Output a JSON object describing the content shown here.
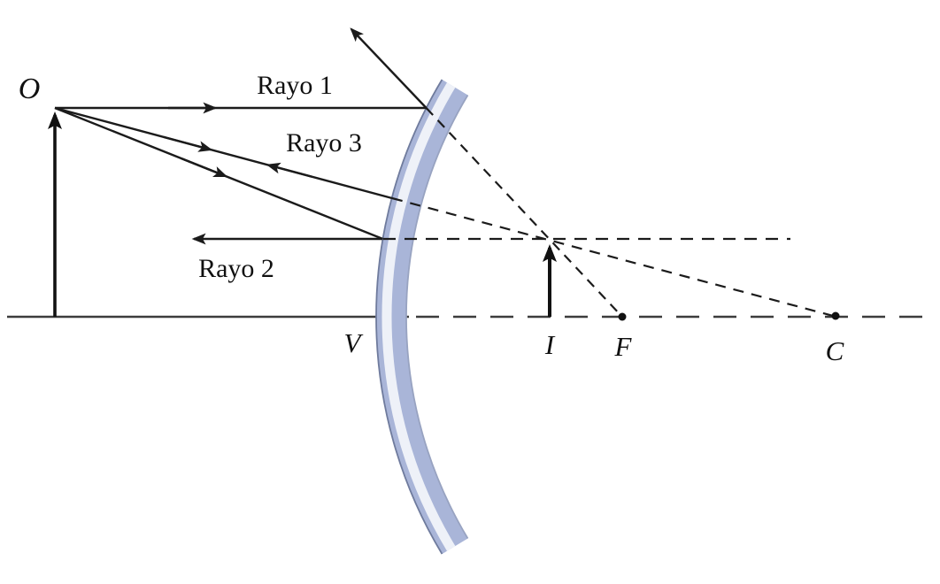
{
  "figure": {
    "labels": {
      "object": "O",
      "ray1": "Rayo 1",
      "ray2": "Rayo 2",
      "ray3": "Rayo 3",
      "vertex": "V",
      "image": "I",
      "focus": "F",
      "center": "C"
    },
    "colors": {
      "background": "#ffffff",
      "line": "#1b1b1b",
      "axis": "#3c3c3c",
      "mirror_body": "#a9b5d8",
      "mirror_highlight": "#eef1f8",
      "mirror_edge_front": "#6f7b9d",
      "mirror_edge_back": "#98a3c1"
    }
  }
}
